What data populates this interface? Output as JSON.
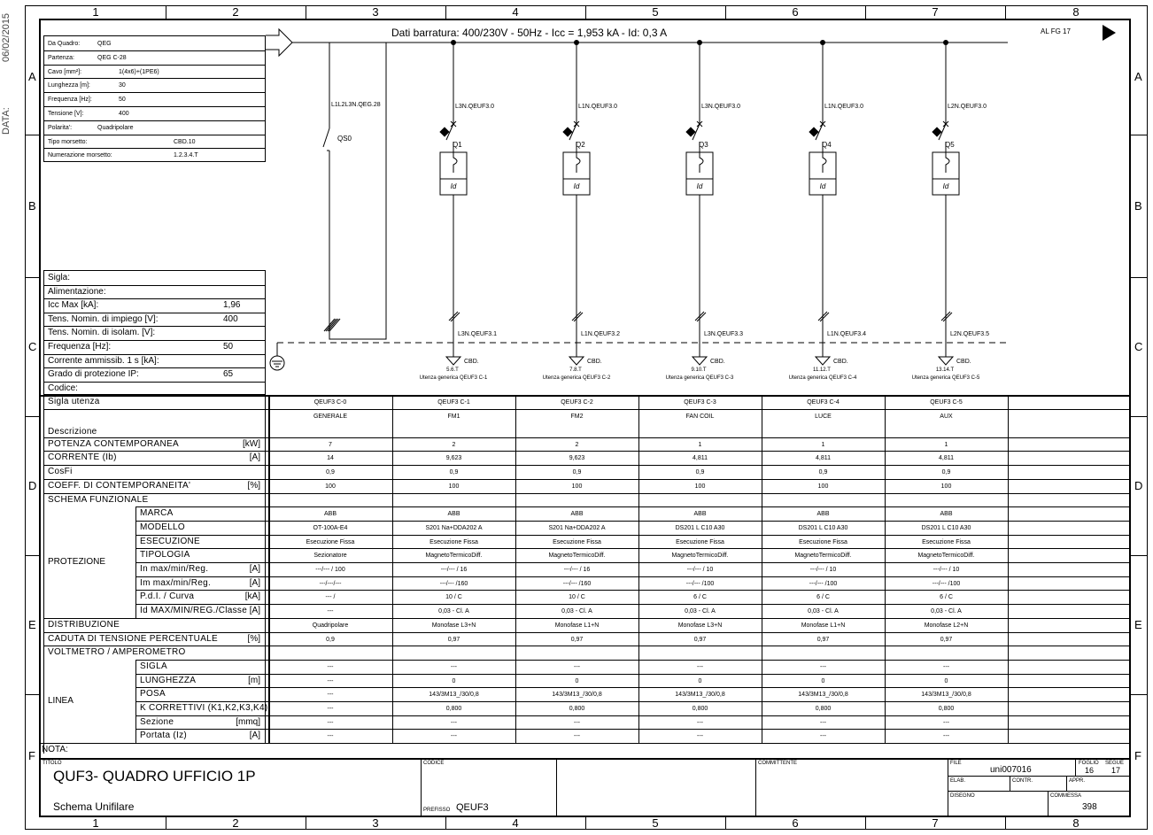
{
  "side": {
    "date": "06/02/2015",
    "label": "DATA:"
  },
  "grid": {
    "cols": [
      "1",
      "2",
      "3",
      "4",
      "5",
      "6",
      "7",
      "8"
    ],
    "rows": [
      "A",
      "B",
      "C",
      "D",
      "E",
      "F"
    ]
  },
  "header_box": [
    {
      "label": "Da Quadro:",
      "value": "QEG"
    },
    {
      "label": "Partenza:",
      "value": "QEG C-28"
    },
    {
      "label": "Cavo [mm²]:",
      "value": "1(4x6)+(1PE6)"
    },
    {
      "label": "Lunghezza [m]:",
      "value": "30"
    },
    {
      "label": "Frequenza [Hz]:",
      "value": "50"
    },
    {
      "label": "Tensione [V]:",
      "value": "400"
    },
    {
      "label": "Polarita':",
      "value": "Quadripolare"
    },
    {
      "label": "Tipo morsetto:",
      "value": "CBD.10"
    },
    {
      "label": "Numerazione morsetto:",
      "value": "1.2.3.4.T"
    }
  ],
  "busbar": {
    "title": "Dati barratura: 400/230V - 50Hz - Icc = 1,953 kA - Id: 0,3 A",
    "next_page": "AL FG 17"
  },
  "main_switch": {
    "phase": "L1L2L3N.QEG.28",
    "tag": "QS0"
  },
  "feeders": [
    {
      "tag": "Q1",
      "top": "L3N.QEUF3.0",
      "bot": "L3N.QEUF3.1",
      "cbd": "CBD.",
      "term": "5.6.T",
      "user": "Utenza generica QEUF3 C-1",
      "id": "Id"
    },
    {
      "tag": "Q2",
      "top": "L1N.QEUF3.0",
      "bot": "L1N.QEUF3.2",
      "cbd": "CBD.",
      "term": "7.8.T",
      "user": "Utenza generica QEUF3 C-2",
      "id": "Id"
    },
    {
      "tag": "Q3",
      "top": "L3N.QEUF3.0",
      "bot": "L3N.QEUF3.3",
      "cbd": "CBD.",
      "term": "9.10.T",
      "user": "Utenza generica QEUF3 C-3",
      "id": "Id"
    },
    {
      "tag": "Q4",
      "top": "L1N.QEUF3.0",
      "bot": "L1N.QEUF3.4",
      "cbd": "CBD.",
      "term": "11.12.T",
      "user": "Utenza generica QEUF3 C-4",
      "id": "Id"
    },
    {
      "tag": "Q5",
      "top": "L2N.QEUF3.0",
      "bot": "L2N.QEUF3.5",
      "cbd": "CBD.",
      "term": "13.14.T",
      "user": "Utenza generica QEUF3 C-5",
      "id": "Id"
    }
  ],
  "panel_box": [
    {
      "label": "Sigla:",
      "value": ""
    },
    {
      "label": "Alimentazione:",
      "value": ""
    },
    {
      "label": "Icc Max [kA]:",
      "value": "1,96"
    },
    {
      "label": "Tens. Nomin. di impiego [V]:",
      "value": "400"
    },
    {
      "label": "Tens. Nomin. di isolam. [V]:",
      "value": ""
    },
    {
      "label": "Frequenza [Hz]:",
      "value": "50"
    },
    {
      "label": "Corrente ammissib. 1 s [kA]:",
      "value": ""
    },
    {
      "label": "Grado di protezione IP:",
      "value": "65"
    },
    {
      "label": "Codice:",
      "value": ""
    }
  ],
  "table": {
    "groups": {
      "protezione": "PROTEZIONE",
      "linea": "LINEA"
    },
    "rows": [
      {
        "label": "Sigla utenza",
        "unit": "",
        "vals": [
          "QEUF3 C-0",
          "QEUF3 C-1",
          "QEUF3 C-2",
          "QEUF3 C-3",
          "QEUF3 C-4",
          "QEUF3 C-5"
        ]
      },
      {
        "label": "Descrizione",
        "unit": "",
        "vals": [
          "GENERALE",
          "FM1",
          "FM2",
          "FAN COIL",
          "LUCE",
          "AUX"
        ]
      },
      {
        "label": "POTENZA CONTEMPORANEA",
        "unit": "[kW]",
        "vals": [
          "7",
          "2",
          "2",
          "1",
          "1",
          "1"
        ]
      },
      {
        "label": "CORRENTE (Ib)",
        "unit": "[A]",
        "vals": [
          "14",
          "9,623",
          "9,623",
          "4,811",
          "4,811",
          "4,811"
        ]
      },
      {
        "label": "CosFi",
        "unit": "",
        "vals": [
          "0,9",
          "0,9",
          "0,9",
          "0,9",
          "0,9",
          "0,9"
        ]
      },
      {
        "label": "COEFF. DI CONTEMPORANEITA'",
        "unit": "[%]",
        "vals": [
          "100",
          "100",
          "100",
          "100",
          "100",
          "100"
        ]
      },
      {
        "label": "SCHEMA FUNZIONALE",
        "unit": "",
        "vals": [
          "",
          "",
          "",
          "",
          "",
          ""
        ]
      },
      {
        "label": "MARCA",
        "unit": "",
        "vals": [
          "ABB",
          "ABB",
          "ABB",
          "ABB",
          "ABB",
          "ABB"
        ]
      },
      {
        "label": "MODELLO",
        "unit": "",
        "vals": [
          "OT-100A-E4",
          "S201 Na+DDA202 A",
          "S201 Na+DDA202 A",
          "DS201 L C10 A30",
          "DS201 L C10 A30",
          "DS201 L C10 A30"
        ]
      },
      {
        "label": "ESECUZIONE",
        "unit": "",
        "vals": [
          "Esecuzione Fissa",
          "Esecuzione Fissa",
          "Esecuzione Fissa",
          "Esecuzione Fissa",
          "Esecuzione Fissa",
          "Esecuzione Fissa"
        ]
      },
      {
        "label": "TIPOLOGIA",
        "unit": "",
        "vals": [
          "Sezionatore",
          "MagnetoTermicoDiff.",
          "MagnetoTermicoDiff.",
          "MagnetoTermicoDiff.",
          "MagnetoTermicoDiff.",
          "MagnetoTermicoDiff."
        ]
      },
      {
        "label": "In max/min/Reg.",
        "unit": "[A]",
        "vals": [
          "---/--- / 100",
          "---/--- / 16",
          "---/--- / 16",
          "---/--- / 10",
          "---/--- / 10",
          "---/--- / 10"
        ]
      },
      {
        "label": "Im max/min/Reg.",
        "unit": "[A]",
        "vals": [
          "---/---/---",
          "---/--- /160",
          "---/--- /160",
          "---/--- /100",
          "---/--- /100",
          "---/--- /100"
        ]
      },
      {
        "label": "P.d.I. / Curva",
        "unit": "[kA]",
        "vals": [
          "--- /",
          "10 / C",
          "10 / C",
          "6 / C",
          "6 / C",
          "6 / C"
        ]
      },
      {
        "label": "Id MAX/MIN/REG./Classe",
        "unit": "[A]",
        "vals": [
          "---",
          "0,03 - Cl. A",
          "0,03 - Cl. A",
          "0,03 - Cl. A",
          "0,03 - Cl. A",
          "0,03 - Cl. A"
        ]
      },
      {
        "label": "DISTRIBUZIONE",
        "unit": "",
        "vals": [
          "Quadripolare",
          "Monofase L3+N",
          "Monofase L1+N",
          "Monofase L3+N",
          "Monofase L1+N",
          "Monofase L2+N"
        ]
      },
      {
        "label": "CADUTA DI TENSIONE PERCENTUALE",
        "unit": "[%]",
        "vals": [
          "0,9",
          "0,97",
          "0,97",
          "0,97",
          "0,97",
          "0,97"
        ]
      },
      {
        "label": "VOLTMETRO / AMPEROMETRO",
        "unit": "",
        "vals": [
          "",
          "",
          "",
          "",
          "",
          ""
        ]
      },
      {
        "label": "SIGLA",
        "unit": "",
        "vals": [
          "---",
          "---",
          "---",
          "---",
          "---",
          "---"
        ]
      },
      {
        "label": "LUNGHEZZA",
        "unit": "[m]",
        "vals": [
          "---",
          "0",
          "0",
          "0",
          "0",
          "0"
        ]
      },
      {
        "label": "POSA",
        "unit": "",
        "vals": [
          "---",
          "143/3M13_/30/0,8",
          "143/3M13_/30/0,8",
          "143/3M13_/30/0,8",
          "143/3M13_/30/0,8",
          "143/3M13_/30/0,8"
        ]
      },
      {
        "label": "K CORRETTIVI (K1,K2,K3,K4)",
        "unit": "",
        "vals": [
          "---",
          "0,800",
          "0,800",
          "0,800",
          "0,800",
          "0,800"
        ]
      },
      {
        "label": "Sezione",
        "unit": "[mmq]",
        "vals": [
          "---",
          "---",
          "---",
          "---",
          "---",
          "---"
        ]
      },
      {
        "label": "Portata (Iz)",
        "unit": "[A]",
        "vals": [
          "---",
          "---",
          "---",
          "---",
          "---",
          "---"
        ]
      }
    ],
    "nota": "NOTA:"
  },
  "title_block": {
    "titolo_label": "TITOLO",
    "title": "QUF3- QUADRO UFFICIO 1P",
    "subtitle": "Schema Unifilare",
    "codice_label": "CODICE",
    "prefisso_label": "PREFISSO",
    "prefisso": "QEUF3",
    "committente_label": "COMMITTENTE",
    "file_label": "FILE",
    "file": "uni007016",
    "foglio_label": "FOGLIO",
    "foglio": "16",
    "segue_label": "SEGUE",
    "segue": "17",
    "elab_label": "ELAB.",
    "contr_label": "CONTR.",
    "appr_label": "APPR.",
    "disegno_label": "DISEGNO",
    "commessa_label": "COMMESSA",
    "commessa": "398"
  },
  "colors": {
    "line": "#000000",
    "bg": "#ffffff"
  }
}
